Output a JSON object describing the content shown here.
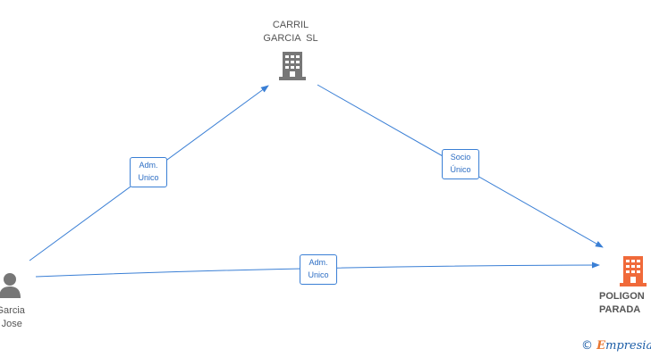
{
  "nodes": {
    "carril": {
      "label": "CARRIL\nGARCIA  SL",
      "icon": "building-icon",
      "color": "#777777"
    },
    "person": {
      "label": "l Garcia\nel Jose",
      "icon": "person-icon",
      "color": "#777777"
    },
    "poligono": {
      "label": "POLIGON\nPARADA",
      "icon": "building-icon",
      "color": "#f06a3a"
    }
  },
  "edges": [
    {
      "from": "person",
      "to": "carril",
      "label": "Adm.\nUnico"
    },
    {
      "from": "carril",
      "to": "poligono",
      "label": "Socio\nÚnico"
    },
    {
      "from": "person",
      "to": "poligono",
      "label": "Adm.\nUnico"
    }
  ],
  "colors": {
    "edge": "#3a7fd5",
    "edge_label_text": "#2d6ec4"
  },
  "watermark": {
    "symbol": "©",
    "brand": "mpresia",
    "brand_initial": "E"
  }
}
